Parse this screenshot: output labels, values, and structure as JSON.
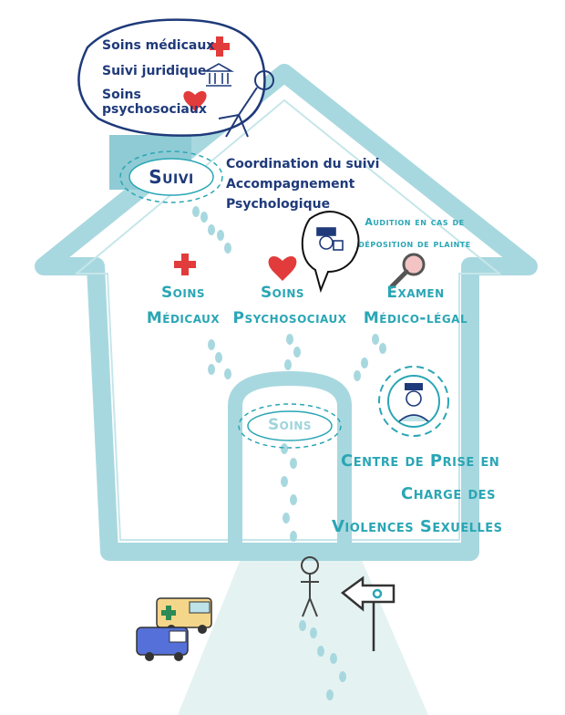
{
  "bubble": {
    "items": [
      {
        "label": "Soins médicaux",
        "icon": "red-cross-icon"
      },
      {
        "label": "Suivi juridique",
        "icon": "courthouse-icon"
      },
      {
        "label": "Soins psychosociaux",
        "icon": "heart-icon"
      }
    ]
  },
  "suivi": {
    "badge": "Suivi",
    "lines": [
      "Coordination du suivi",
      "Accompagnement",
      "Psychologique"
    ]
  },
  "audition": {
    "line1": "Audition en cas de",
    "line2": "déposition de plainte",
    "icon": "police-officer-icon"
  },
  "services": [
    {
      "line1": "Soins",
      "line2": "Médicaux",
      "icon": "red-cross-icon"
    },
    {
      "line1": "Soins",
      "line2": "Psychosociaux",
      "icon": "heart-icon"
    },
    {
      "line1": "Examen",
      "line2": "Médico-légal",
      "icon": "magnifier-icon"
    }
  ],
  "door": {
    "badge": "Soins"
  },
  "centre": {
    "line1": "Centre de Prise en",
    "line2": "Charge des",
    "line3": "Violences Sexuelles",
    "icon": "nurse-icon"
  },
  "colors": {
    "house": "#a8d8df",
    "teal": "#2aa6b5",
    "navy": "#1f3a7a",
    "red": "#e23b3b",
    "path": "#e4f3f1"
  }
}
